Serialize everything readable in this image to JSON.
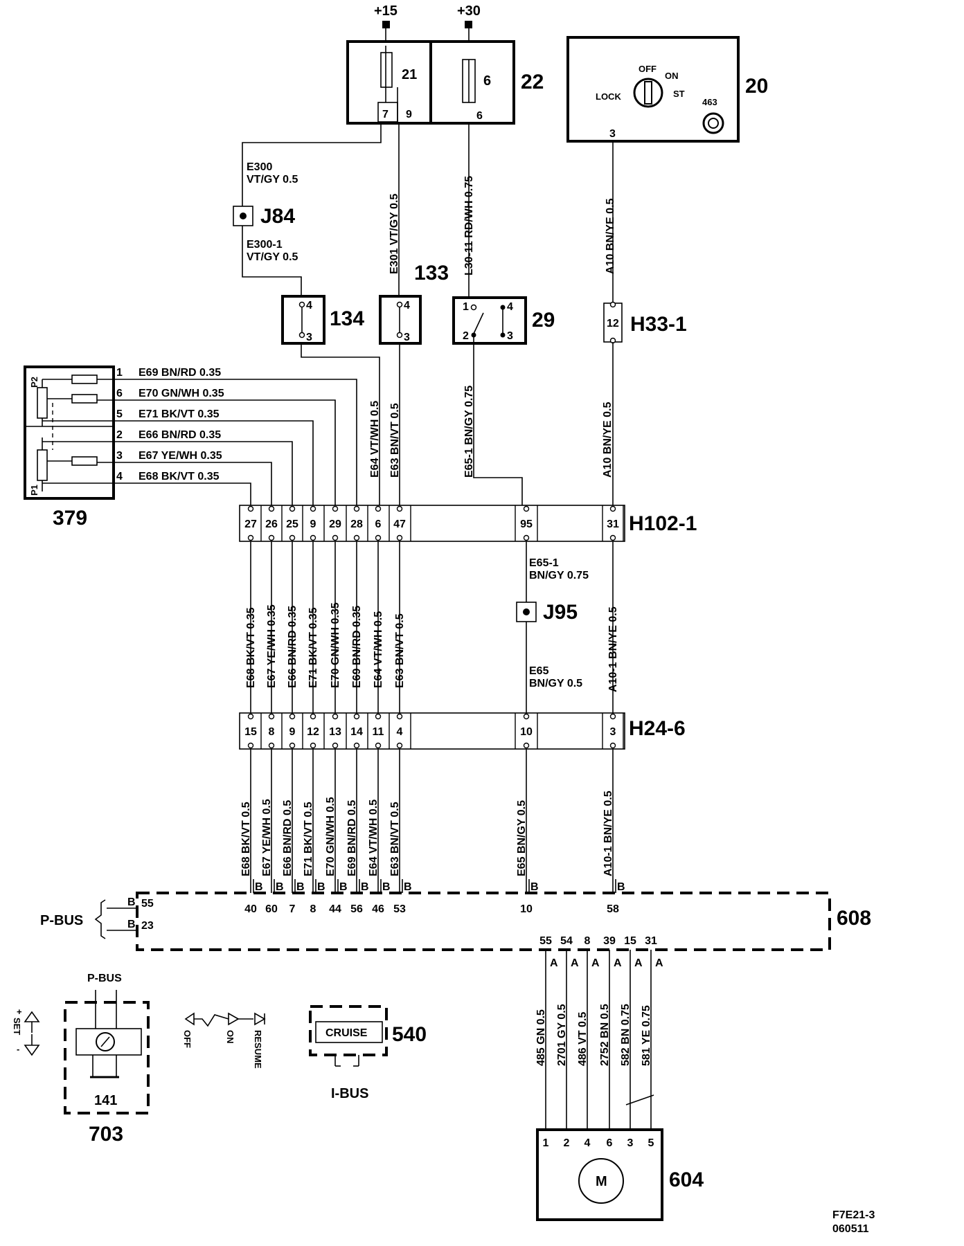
{
  "supply": {
    "plus15": "+15",
    "plus30": "+30"
  },
  "fusebox": {
    "fuse21": "21",
    "fuse6": "6",
    "box21_id": "22",
    "pin7": "7",
    "pin9": "9",
    "pin6": "6"
  },
  "ignition": {
    "id": "20",
    "off": "OFF",
    "on": "ON",
    "lock": "LOCK",
    "st": "ST",
    "ring": "463",
    "pin3": "3"
  },
  "wires_top": {
    "e300": "E300",
    "e300_spec": "VT/GY  0.5",
    "e300_1": "E300-1",
    "e300_1_spec": "VT/GY  0.5",
    "e301": "E301  VT/GY  0.5",
    "l30": "L30-11  RD/WH  0.75",
    "a10_top": "A10  BN/YE  0.5"
  },
  "junctions": {
    "j84": "J84",
    "j95": "J95"
  },
  "switches": {
    "s134": "134",
    "s133": "133",
    "s29": "29",
    "p4": "4",
    "p3": "3",
    "p1": "1",
    "p2": "2"
  },
  "h33": {
    "id": "H33-1",
    "pin": "12"
  },
  "pedal": {
    "id": "379",
    "p2": "P2",
    "p1": "P1",
    "wires": [
      {
        "pin": "1",
        "label": "E69  BN/RD  0.35"
      },
      {
        "pin": "6",
        "label": "E70  GN/WH  0.35"
      },
      {
        "pin": "5",
        "label": "E71  BK/VT  0.35"
      },
      {
        "pin": "2",
        "label": "E66  BN/RD  0.35"
      },
      {
        "pin": "3",
        "label": "E67  YE/WH  0.35"
      },
      {
        "pin": "4",
        "label": "E68  BK/VT  0.35"
      }
    ]
  },
  "mid_wires": {
    "e64": "E64  VT/WH  0.5",
    "e63": "E63  BN/VT  0.5",
    "e65_1": "E65-1  BN/GY  0.75",
    "a10": "A10  BN/YE  0.5"
  },
  "h102": {
    "id": "H102-1",
    "pins": [
      "27",
      "26",
      "25",
      "9",
      "29",
      "28",
      "6",
      "47",
      "95",
      "31"
    ]
  },
  "between": {
    "wires": [
      "E68  BK/VT  0.35",
      "E67  YE/WH  0.35",
      "E66  BN/RD  0.35",
      "E71  BK/VT  0.35",
      "E70  GN/WH  0.35",
      "E69  BN/RD  0.35",
      "E64  VT/WH  0.5",
      "E63  BN/VT  0.5"
    ],
    "e65_1a": "E65-1",
    "e65_1b": "BN/GY  0.75",
    "e65a": "E65",
    "e65b": "BN/GY  0.5",
    "a10_1": "A10-1  BN/YE  0.5"
  },
  "h24": {
    "id": "H24-6",
    "pins": [
      "15",
      "8",
      "9",
      "12",
      "13",
      "14",
      "11",
      "4",
      "10",
      "3"
    ]
  },
  "lower_wires": {
    "wires": [
      "E68  BK/VT  0.5",
      "E67  YE/WH  0.5",
      "E66  BN/RD  0.5",
      "E71  BK/VT  0.5",
      "E70  GN/WH  0.5",
      "E69  BN/RD  0.5",
      "E64  VT/WH  0.5",
      "E63  BN/VT  0.5"
    ],
    "e65": "E65  BN/GY  0.5",
    "a10_1": "A10-1  BN/YE  0.5"
  },
  "ecu": {
    "id": "608",
    "pbus": "P-BUS",
    "b": "B",
    "a": "A",
    "bus_pins": [
      "55",
      "23"
    ],
    "top_pins": [
      "40",
      "60",
      "7",
      "8",
      "44",
      "56",
      "46",
      "53",
      "10",
      "58"
    ],
    "bottom_pins": [
      "55",
      "54",
      "8",
      "39",
      "15",
      "31"
    ]
  },
  "motor_wires": [
    "485  GN  0.5",
    "2701  GY  0.5",
    "486  VT  0.5",
    "2752  BN  0.5",
    "582  BN  0.75",
    "581  YE  0.75"
  ],
  "motor": {
    "id": "604",
    "m": "M",
    "pins": [
      "1",
      "2",
      "4",
      "6",
      "3",
      "5"
    ]
  },
  "module703": {
    "id": "703",
    "sub": "141",
    "pbus": "P-BUS"
  },
  "cruise": {
    "id": "540",
    "label": "CRUISE",
    "ibus": "I-BUS"
  },
  "lever": {
    "set": "SET",
    "plus": "+",
    "minus": "-",
    "off": "OFF",
    "on": "ON",
    "resume": "RESUME"
  },
  "code": {
    "line1": "F7E21-3",
    "line2": "060511"
  }
}
